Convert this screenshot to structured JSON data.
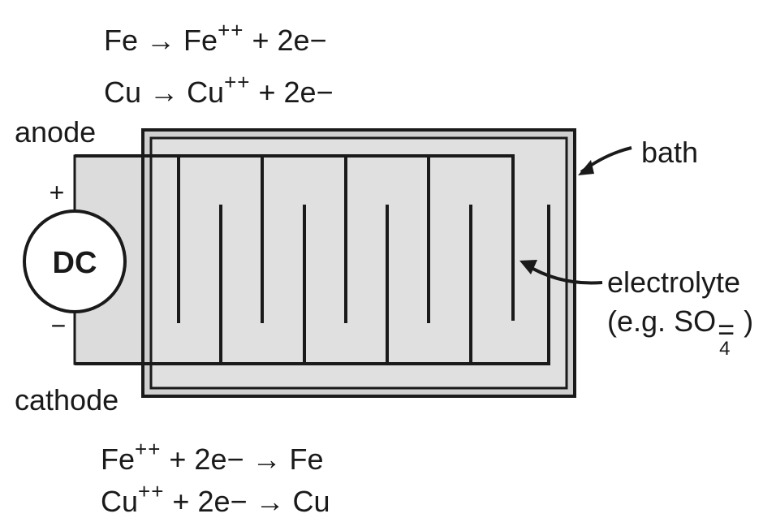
{
  "equations": {
    "anode": [
      {
        "left": "Fe",
        "arrow": "→",
        "ion": "Fe",
        "charge": "++",
        "rest": "+ 2e−"
      },
      {
        "left": "Cu",
        "arrow": "→",
        "ion": "Cu",
        "charge": "++",
        "rest": "+ 2e−"
      }
    ],
    "cathode": [
      {
        "ion": "Fe",
        "charge": "++",
        "middle": "+ 2e−",
        "arrow": "→",
        "right": "Fe"
      },
      {
        "ion": "Cu",
        "charge": "++",
        "middle": "+ 2e−",
        "arrow": "→",
        "right": "Cu"
      }
    ]
  },
  "labels": {
    "anode": "anode",
    "cathode": "cathode",
    "bath": "bath",
    "electrolyte": "electrolyte",
    "electrolyte_example_prefix": "(e.g.",
    "electrolyte_example_ion": "SO",
    "electrolyte_example_sub": "4",
    "electrolyte_example_charge": "=",
    "electrolyte_example_suffix": ")"
  },
  "source": {
    "label": "DC",
    "plus": "+",
    "minus": "−"
  },
  "colors": {
    "ink": "#1a1a1a",
    "bath_fill": "#d9d9d9",
    "electrolyte_fill": "#e2e2e2",
    "background": "#ffffff"
  }
}
